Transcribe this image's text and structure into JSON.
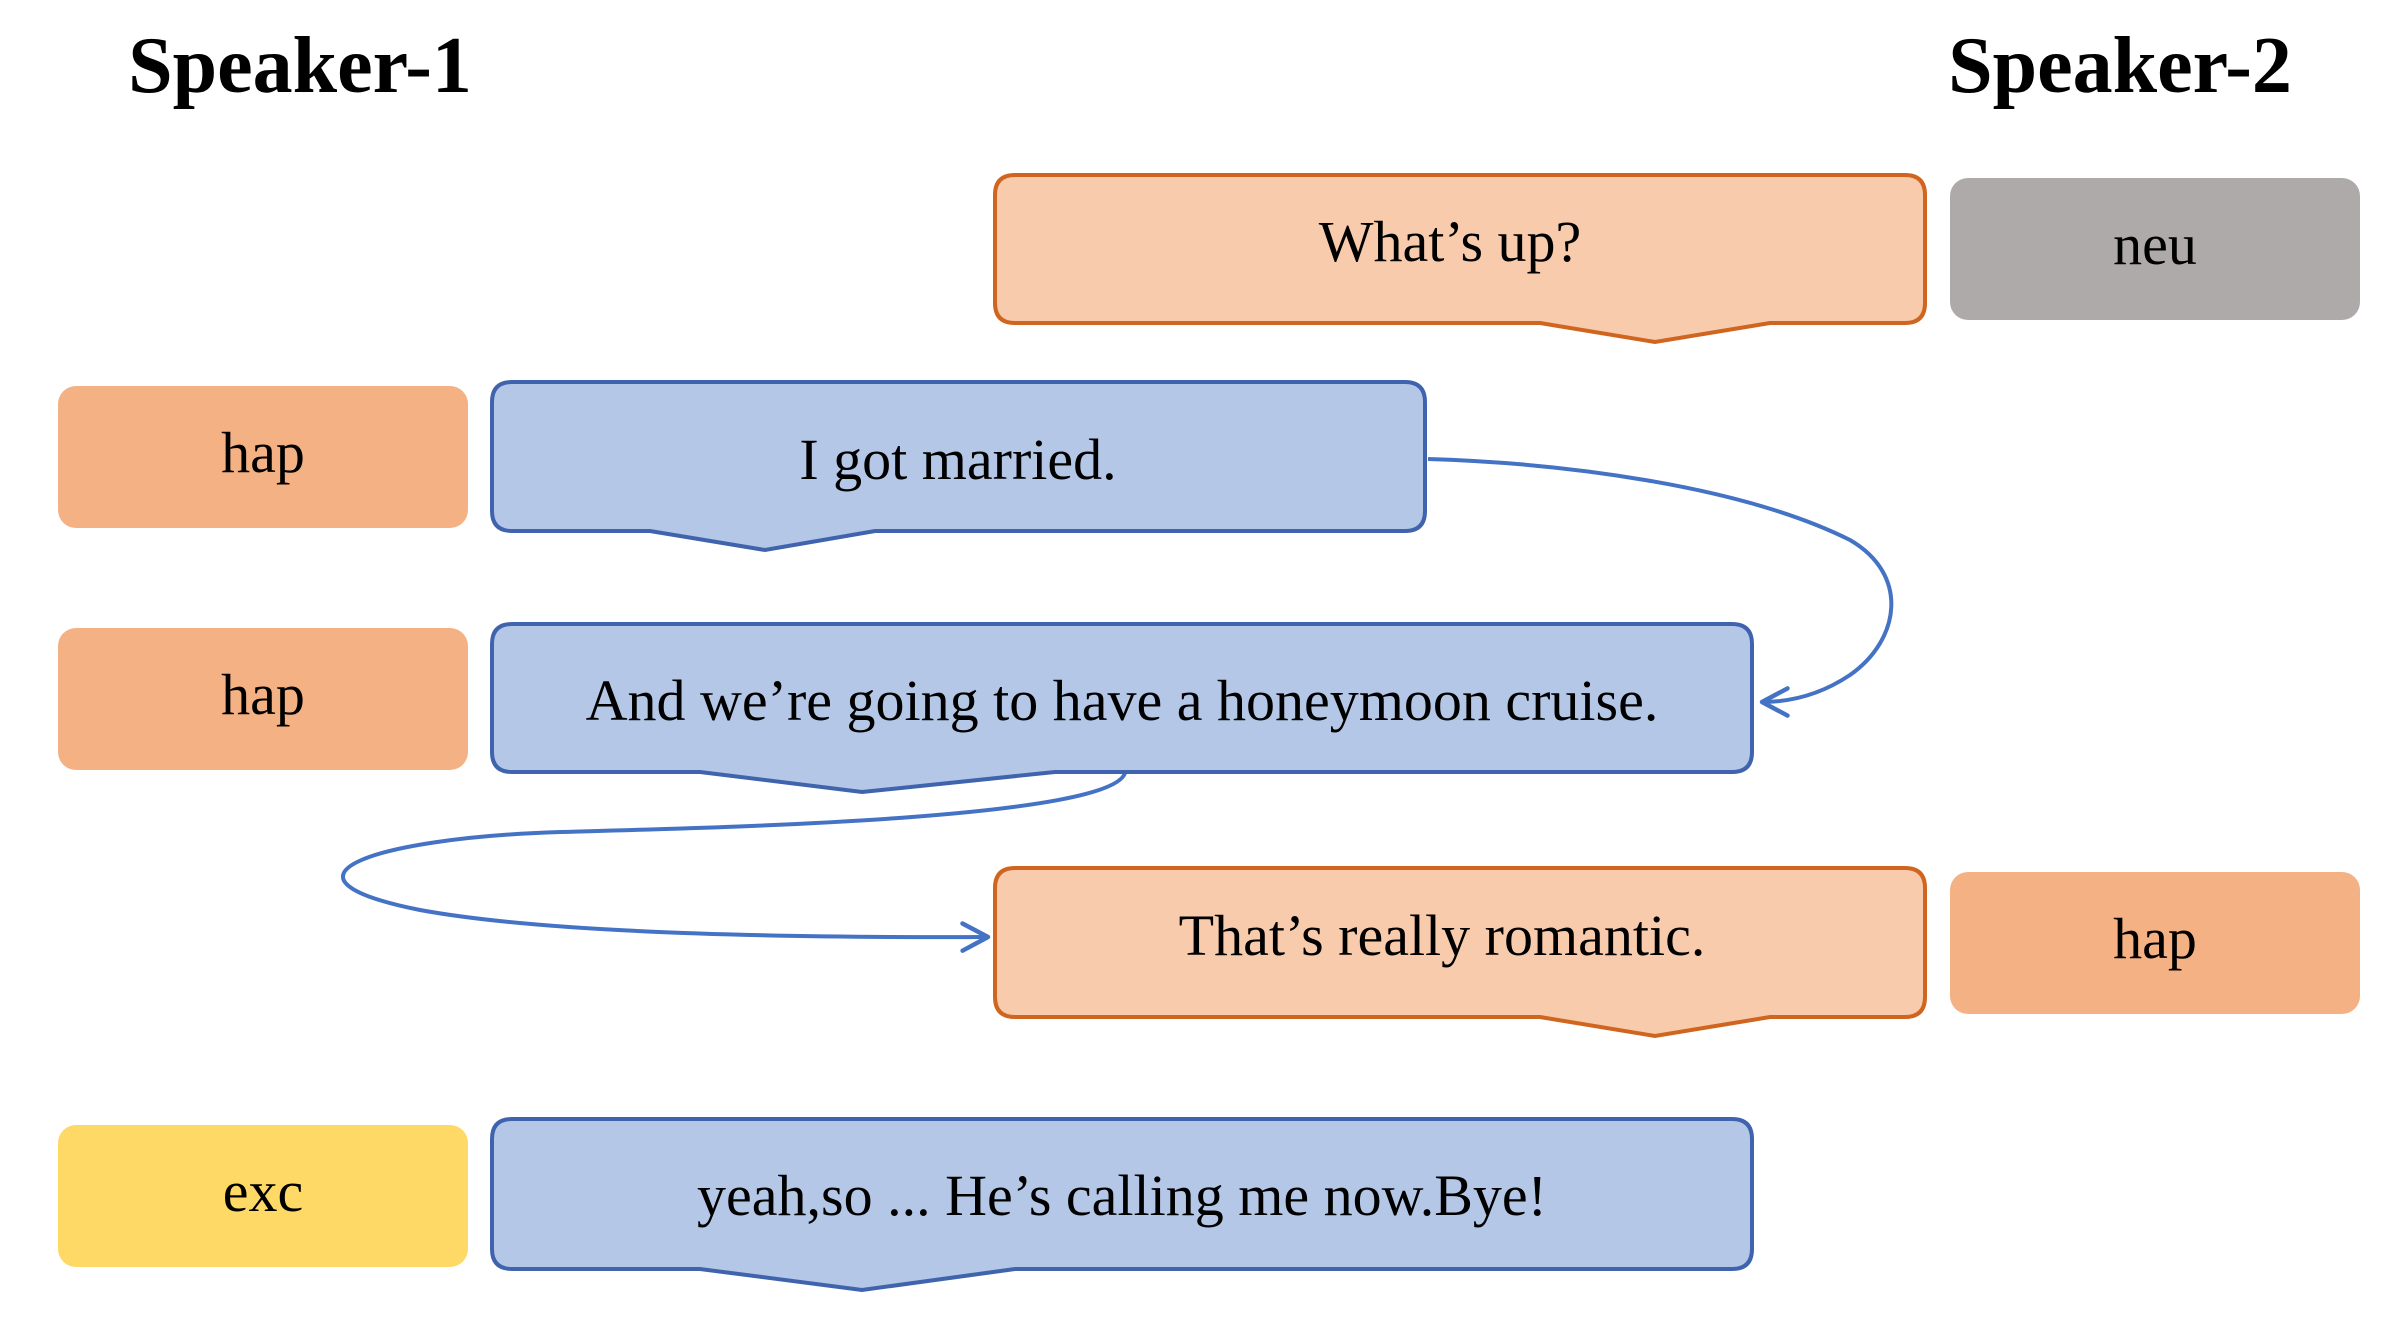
{
  "speakers": {
    "speaker1": "Speaker-1",
    "speaker2": "Speaker-2"
  },
  "utterances": [
    {
      "speaker": "speaker2",
      "text": "What’s up?",
      "emotion": "neu"
    },
    {
      "speaker": "speaker1",
      "text": "I got married.",
      "emotion": "hap"
    },
    {
      "speaker": "speaker1",
      "text": "And we’re going to have a honeymoon cruise.",
      "emotion": "hap"
    },
    {
      "speaker": "speaker2",
      "text": "That’s really romantic.",
      "emotion": "hap"
    },
    {
      "speaker": "speaker1",
      "text": "yeah,so ... He’s calling me now.Bye!",
      "emotion": "exc"
    }
  ],
  "colors": {
    "speaker1_bubble_fill": "#b4c7e7",
    "speaker1_bubble_stroke": "#3f63ad",
    "speaker2_bubble_fill": "#f8cbad",
    "speaker2_bubble_stroke": "#d0651f",
    "emotion_neu": "#aeaaaa",
    "emotion_hap": "#f4b183",
    "emotion_exc": "#ffd966",
    "arrow": "#4472c4"
  }
}
